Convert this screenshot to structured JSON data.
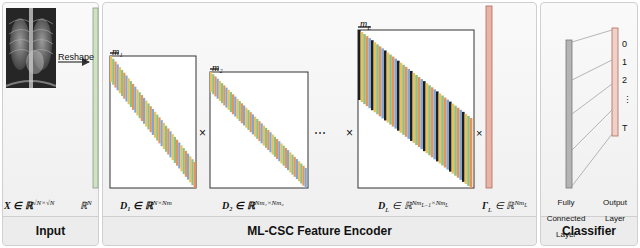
{
  "diagram": {
    "nodes": [
      {
        "text": [
          "Input"
        ]
      },
      {
        "text": [
          "ML-CSC Feature Encoder"
        ]
      },
      {
        "text": [
          "Classifier"
        ]
      }
    ],
    "labels": [
      "Reshape",
      "X ∈ ℝ",
      "√N×√N",
      "ℝ",
      "N",
      "m₁",
      "m₂",
      "m",
      "L",
      "D₁ ∈ ℝ",
      "N×Nm",
      "D₂ ∈ ℝ",
      "Nm₁×Nm₂",
      "D",
      "L",
      "∈ ℝ",
      "Nm",
      "L−1",
      "×Nm",
      "L",
      "Γ",
      "L",
      "∈ ℝ",
      "Nm",
      "L",
      "×",
      "⋯",
      "×",
      "×",
      "Fully Connected Layer",
      "Output Layer",
      "0",
      "1",
      "2",
      "⋮",
      "T"
    ]
  }
}
